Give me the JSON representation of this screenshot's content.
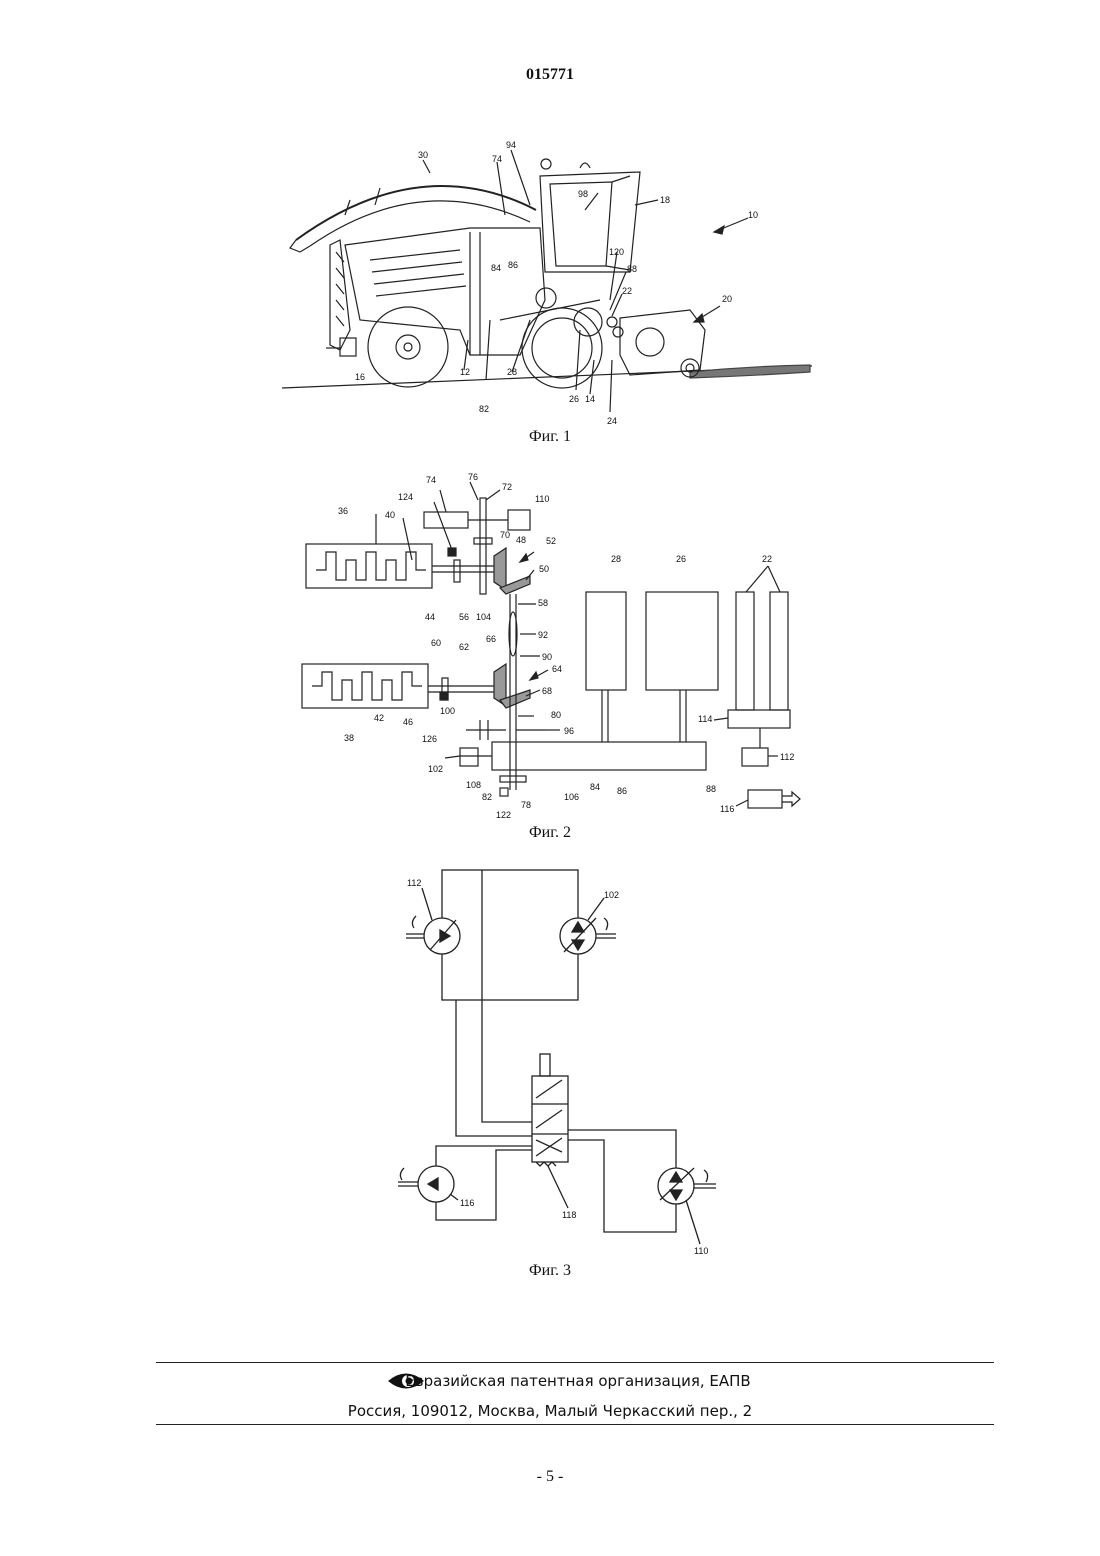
{
  "header": {
    "document_number": "015771"
  },
  "figures": {
    "fig1": {
      "caption": "Фиг. 1",
      "labels": [
        "30",
        "74",
        "94",
        "98",
        "18",
        "10",
        "20",
        "84",
        "86",
        "120",
        "88",
        "22",
        "12",
        "16",
        "28",
        "82",
        "26",
        "14",
        "24"
      ]
    },
    "fig2": {
      "caption": "Фиг. 2",
      "labels": [
        "74",
        "76",
        "72",
        "110",
        "124",
        "36",
        "40",
        "70",
        "48",
        "52",
        "50",
        "44",
        "56",
        "104",
        "58",
        "28",
        "26",
        "22",
        "92",
        "60",
        "62",
        "66",
        "90",
        "64",
        "68",
        "42",
        "46",
        "38",
        "126",
        "100",
        "80",
        "96",
        "114",
        "102",
        "108",
        "82",
        "78",
        "106",
        "84",
        "86",
        "88",
        "112",
        "122",
        "116"
      ]
    },
    "fig3": {
      "caption": "Фиг. 3",
      "labels": [
        "112",
        "102",
        "116",
        "118",
        "110"
      ]
    }
  },
  "footer": {
    "org": "Евразийская патентная организация, ЕАПВ",
    "address": "Россия, 109012, Москва, Малый Черкасский пер., 2",
    "logo_icon": "eye-logo-icon"
  },
  "page": {
    "number": "- 5 -"
  }
}
